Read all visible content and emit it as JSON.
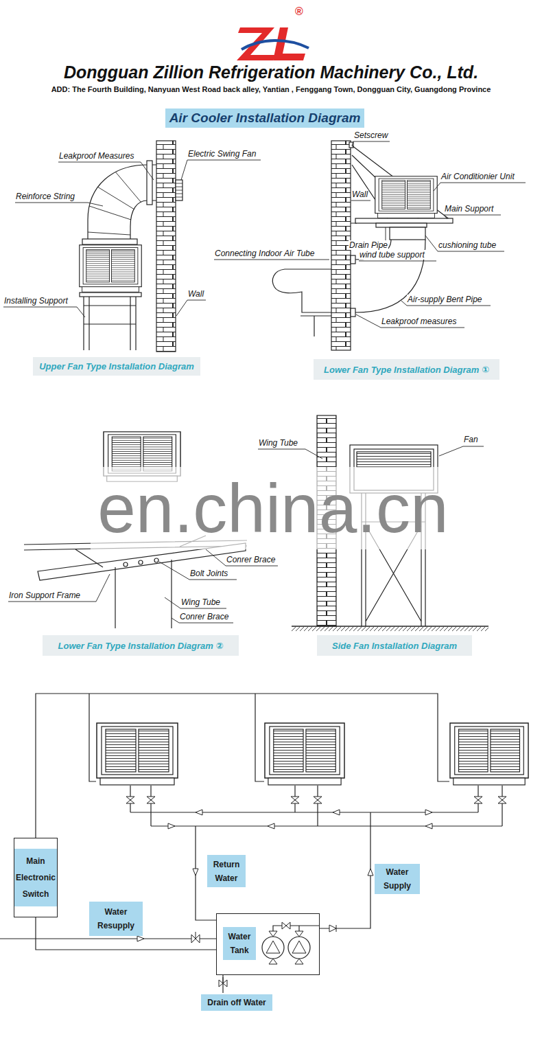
{
  "diagram": {
    "title": "Air Cooler Installation Diagram",
    "nodes": [
      {
        "text": [
          "Upper Fan Type Installation Diagram"
        ]
      },
      {
        "text": [
          "Lower Fan Type Installation Diagram ①"
        ]
      },
      {
        "text": [
          "Lower Fan Type Installation Diagram ②"
        ]
      },
      {
        "text": [
          "Side Fan Installation Diagram"
        ]
      },
      {
        "text": [
          "Main Electronic Switch"
        ]
      },
      {
        "text": [
          "Return Water"
        ]
      },
      {
        "text": [
          "Water Supply"
        ]
      },
      {
        "text": [
          "Water Resupply"
        ]
      },
      {
        "text": [
          "Water Tank"
        ]
      },
      {
        "text": [
          "Drain off Water"
        ]
      }
    ],
    "edges": [
      {
        "from": 4,
        "to": 8,
        "arrow": "none"
      }
    ],
    "labels": [
      "Dongguan Zillion Refrigeration Machinery Co., Ltd.",
      "ADD: The Fourth Building, Nanyuan West Road back alley, Yantian , Fenggang Town, Dongguan City, Guangdong Province",
      "Leakproof Measures",
      "Electric Swing Fan",
      "Reinforce String",
      "Installing Support",
      "Wall",
      "Setscrew",
      "Air Conditionier Unit",
      "Wall",
      "Main Support",
      "Drain Pipe",
      "cushioning tube",
      "wind tube support",
      "Connecting Indoor Air Tube",
      "Air-supply Bent Pipe",
      "Leakproof measures",
      "en.china.cn",
      "Conrer Brace",
      "Bolt Joints",
      "Iron Support Frame",
      "Wing Tube",
      "Conrer Brace",
      "Wing Tube",
      "Fan",
      "®"
    ]
  }
}
